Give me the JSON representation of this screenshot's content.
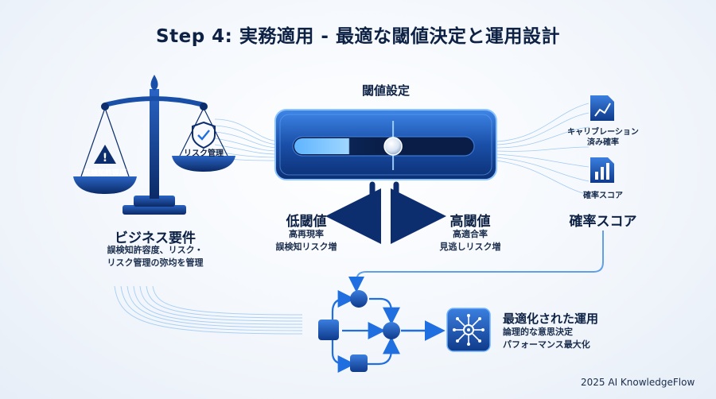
{
  "title": "Step 4: 実務適用 - 最適な閾値決定と運用設計",
  "threshold": {
    "label": "閾値設定",
    "value": 0.55
  },
  "scale": {
    "left_pan_label": "誤検知許容度",
    "right_pan_label": "リスク管理"
  },
  "business": {
    "title": "ビジネス要件",
    "line1": "誤検知許容度、リスク・",
    "line2": "リスク管理の弥均を管理"
  },
  "low": {
    "title": "低閾値",
    "line1": "高再現率",
    "line2": "誤検知リスク増"
  },
  "high": {
    "title": "高閾値",
    "line1": "高適合率",
    "line2": "見逃しリスク増"
  },
  "prob": {
    "calibrated_line1": "キャリブレーション",
    "calibrated_line2": "済み確率",
    "score_small": "確率スコア",
    "score_title": "確率スコア"
  },
  "optimized": {
    "title": "最適化された運用",
    "line1": "論理的な意思決定",
    "line2": "パフォーマンス最大化"
  },
  "footer": "2025 AI KnowledgeFlow",
  "colors": {
    "navy": "#0d2144",
    "accent": "#1f6fe0",
    "light": "#6fb3ff",
    "dark": "#0a3a8c"
  }
}
